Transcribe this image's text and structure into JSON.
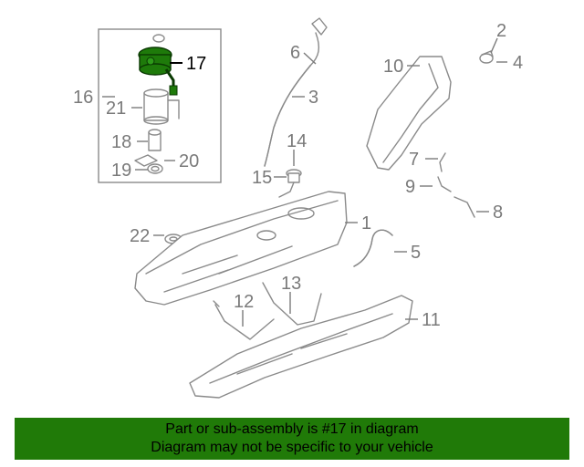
{
  "diagram": {
    "callouts": {
      "c1": "1",
      "c2": "2",
      "c3": "3",
      "c4": "4",
      "c5": "5",
      "c6": "6",
      "c7": "7",
      "c8": "8",
      "c9": "9",
      "c10": "10",
      "c11": "11",
      "c12": "12",
      "c13": "13",
      "c14": "14",
      "c15": "15",
      "c16": "16",
      "c17": "17",
      "c18": "18",
      "c19": "19",
      "c20": "20",
      "c21": "21",
      "c22": "22"
    },
    "highlighted_part": "17",
    "colors": {
      "highlight": "#1e7a0a",
      "banner": "#207a08",
      "line": "#8a8a8a"
    }
  },
  "banner": {
    "line1": "Part or sub-assembly is #17 in diagram",
    "line2": "Diagram may not be specific to your vehicle"
  }
}
